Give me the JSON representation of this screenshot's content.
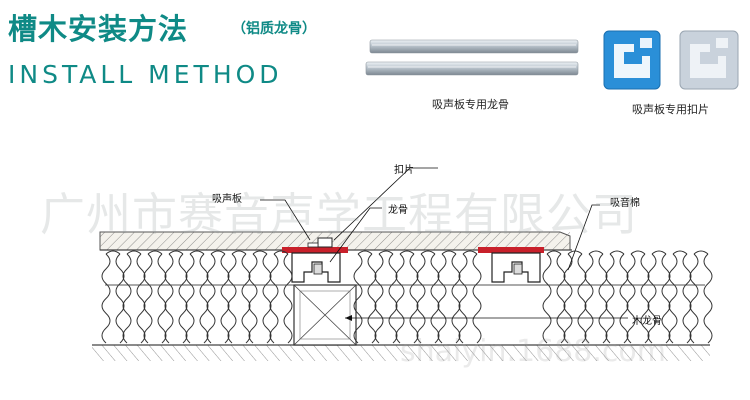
{
  "title": {
    "cn": "槽木安装方法",
    "sub": "（铝质龙骨）",
    "en": "INSTALL METHOD"
  },
  "products": {
    "keel_caption": "吸声板专用龙骨",
    "clip_caption": "吸声板专用扣片"
  },
  "labels": {
    "clip": "扣片",
    "panel": "吸声板",
    "keel": "龙骨",
    "absorber": "吸音棉",
    "wood_keel": "木龙骨"
  },
  "watermark": {
    "company": "广州市赛音声学工程有限公司",
    "url": "shaiyin.1688.com"
  },
  "colors": {
    "title": "#0f8a86",
    "clip_blue": "#2a8fd8",
    "clip_gray": "#c9d2dc",
    "red_strip": "#c8202a"
  }
}
